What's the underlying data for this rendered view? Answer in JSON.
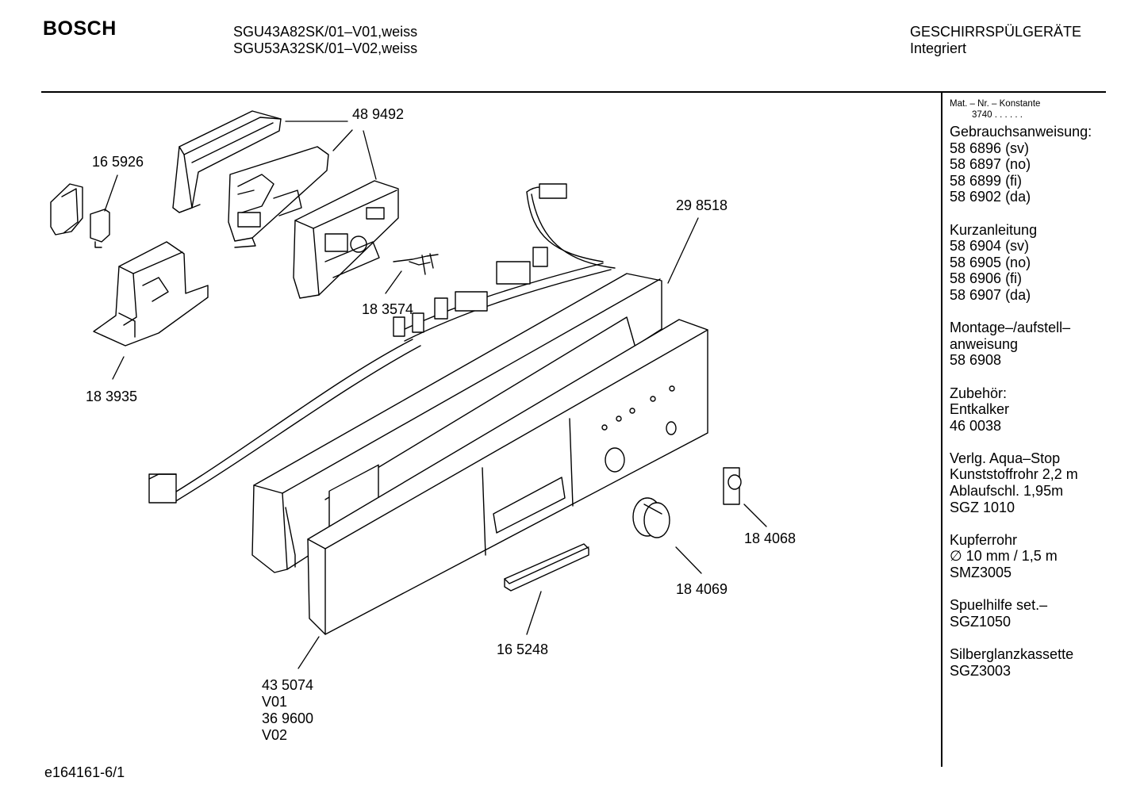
{
  "header": {
    "brand": "BOSCH",
    "models": [
      "SGU43A82SK/01–V01,weiss",
      "SGU53A32SK/01–V02,weiss"
    ],
    "category": [
      "GESCHIRRSPÜLGERÄTE",
      "Integriert"
    ]
  },
  "sidebar": {
    "mat_label": "Mat. – Nr. – Konstante",
    "mat_value": "3740  .  .  .  .  .  .",
    "groups": [
      [
        "Gebrauchsanweisung:",
        "58 6896 (sv)",
        "58 6897 (no)",
        "58 6899 (fi)",
        "58 6902 (da)"
      ],
      [
        "Kurzanleitung",
        "58 6904 (sv)",
        "58 6905 (no)",
        "58 6906 (fi)",
        "58 6907 (da)"
      ],
      [
        "Montage–/aufstell–",
        "anweisung",
        "58 6908"
      ],
      [
        "Zubehör:",
        "Entkalker",
        "46 0038"
      ],
      [
        "Verlg. Aqua–Stop",
        "Kunststoffrohr 2,2 m",
        "Ablaufschl. 1,95m",
        "SGZ 1010"
      ],
      [
        "Kupferrohr",
        "∅ 10 mm / 1,5 m",
        "SMZ3005"
      ],
      [
        "Spuelhilfe set.–",
        "SGZ1050"
      ],
      [
        "Silberglanzkassette",
        "SGZ3003"
      ]
    ]
  },
  "parts": {
    "p489492": "48 9492",
    "p165926": "16 5926",
    "p298518": "29 8518",
    "p183574": "18 3574",
    "p183935": "18 3935",
    "p184068": "18 4068",
    "p184069": "18 4069",
    "p165248": "16 5248",
    "p435074": [
      "43 5074",
      "V01",
      "36 9600",
      "V02"
    ]
  },
  "footer": {
    "drawing_id": "e164161-6/1"
  }
}
